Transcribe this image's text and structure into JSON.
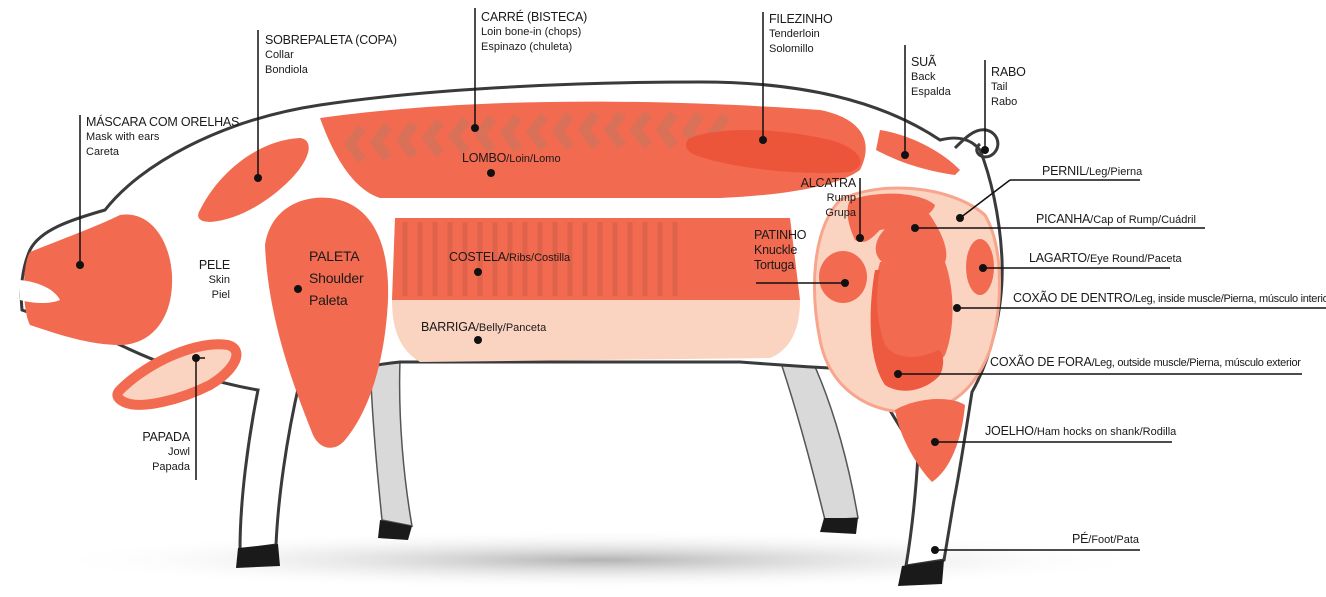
{
  "colors": {
    "meat": "#f26a4f",
    "meat_dark": "#ed5f44",
    "meat_light": "#f7b8a2",
    "belly": "#fbd3c1",
    "outline": "#3a3a3a",
    "stripe": "#d9604a"
  },
  "labels": {
    "mascara": {
      "title": "MÁSCARA COM ORELHAS",
      "en": "Mask with ears",
      "es": "Careta"
    },
    "sobrepaleta": {
      "title": "SOBREPALETA (COPA)",
      "en": "Collar",
      "es": "Bondiola"
    },
    "carre": {
      "title": "CARRÉ (BISTECA)",
      "en": "Loin bone-in (chops)",
      "es": "Espinazo (chuleta)"
    },
    "filezinho": {
      "title": "FILEZINHO",
      "en": "Tenderloin",
      "es": "Solomillo"
    },
    "sua": {
      "title": "SUÃ",
      "en": "Back",
      "es": "Espalda"
    },
    "rabo": {
      "title": "RABO",
      "en": "Tail",
      "es": "Rabo"
    },
    "alcatra": {
      "title": "ALCATRA",
      "en": "Rump",
      "es": "Grupa"
    },
    "patinho": {
      "title": "PATINHO",
      "en": "Knuckle",
      "es": "Tortuga"
    },
    "pele": {
      "title": "PELE",
      "en": "Skin",
      "es": "Piel"
    },
    "paleta": {
      "title": "PALETA",
      "en": "Shoulder",
      "es": "Paleta"
    },
    "papada": {
      "title": "PAPADA",
      "en": "Jowl",
      "es": "Papada"
    },
    "lombo": {
      "title": "LOMBO",
      "rest": "/Loin/Lomo"
    },
    "costela": {
      "title": "COSTELA",
      "rest": "/Ribs/Costilla"
    },
    "barriga": {
      "title": "BARRIGA",
      "rest": "/Belly/Panceta"
    },
    "pernil": {
      "title": "PERNIL",
      "rest": "/Leg/Pierna"
    },
    "picanha": {
      "title": "PICANHA",
      "rest": "/Cap of Rump/Cuádril"
    },
    "lagarto": {
      "title": "LAGARTO",
      "rest": "/Eye Round/Paceta"
    },
    "coxao_dentro": {
      "title": "COXÃO DE DENTRO",
      "rest": "/Leg, inside muscle/Pierna, músculo interior"
    },
    "coxao_fora": {
      "title": "COXÃO DE FORA",
      "rest": "/Leg, outside muscle/Pierna, músculo exterior"
    },
    "joelho": {
      "title": "JOELHO",
      "rest": "/Ham hocks on shank/Rodilla"
    },
    "pe": {
      "title": "PÉ",
      "rest": "/Foot/Pata"
    }
  }
}
